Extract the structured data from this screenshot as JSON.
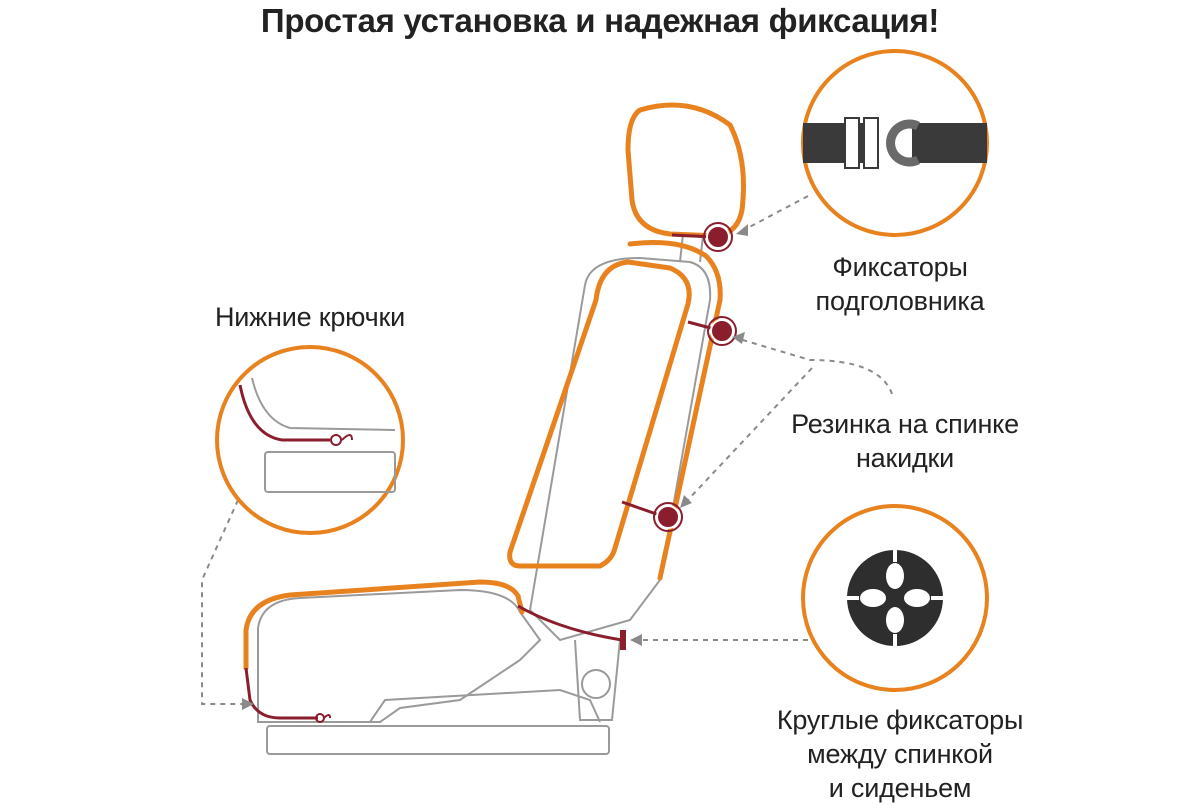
{
  "title": "Простая установка и надежная фиксация!",
  "labels": {
    "headrest": [
      "Фиксаторы",
      "подголовника"
    ],
    "hooks": [
      "Нижние крючки"
    ],
    "band": [
      "Резинка на спинке",
      "накидки"
    ],
    "round": [
      "Круглые фиксаторы",
      "между спинкой",
      "и сиденьем"
    ]
  },
  "colors": {
    "accent": "#E8821E",
    "fastener": "#8B1E2D",
    "outline": "#9A9A9A",
    "strap": "#3A3A3A",
    "text": "#222222"
  },
  "icons": {
    "headrest": "buckle-icon",
    "hooks": "hook-icon",
    "round": "round-clip-icon"
  }
}
